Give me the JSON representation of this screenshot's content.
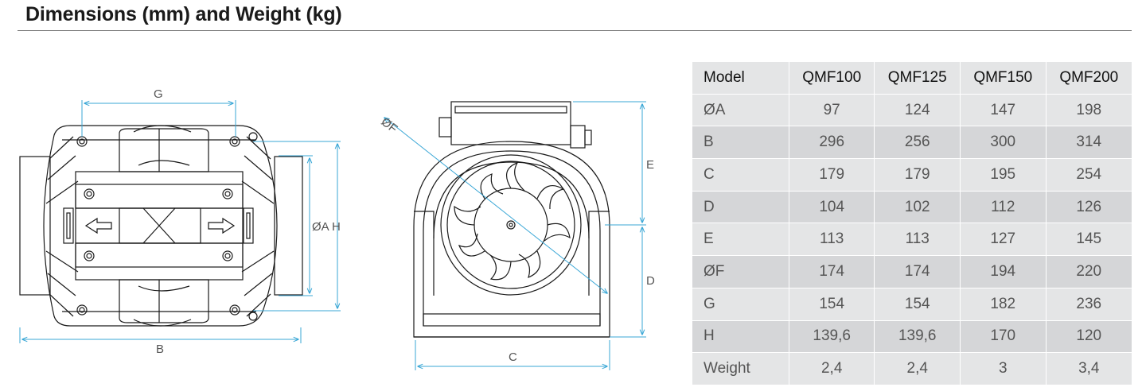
{
  "heading": "Dimensions (mm) and Weight (kg)",
  "drawing_labels": {
    "g": "G",
    "b": "B",
    "a_h": "ØA H",
    "f": "ØF",
    "e": "E",
    "d": "D",
    "c": "C"
  },
  "table": {
    "header": [
      "Model",
      "QMF100",
      "QMF125",
      "QMF150",
      "QMF200"
    ],
    "rows": [
      {
        "label": "ØA",
        "values": [
          "97",
          "124",
          "147",
          "198"
        ]
      },
      {
        "label": "B",
        "values": [
          "296",
          "256",
          "300",
          "314"
        ]
      },
      {
        "label": "C",
        "values": [
          "179",
          "179",
          "195",
          "254"
        ]
      },
      {
        "label": "D",
        "values": [
          "104",
          "102",
          "112",
          "126"
        ]
      },
      {
        "label": "E",
        "values": [
          "113",
          "113",
          "127",
          "145"
        ]
      },
      {
        "label": "ØF",
        "values": [
          "174",
          "174",
          "194",
          "220"
        ]
      },
      {
        "label": "G",
        "values": [
          "154",
          "154",
          "182",
          "236"
        ]
      },
      {
        "label": "H",
        "values": [
          "139,6",
          "139,6",
          "170",
          "120"
        ]
      },
      {
        "label": "Weight",
        "values": [
          "2,4",
          "2,4",
          "3",
          "3,4"
        ]
      }
    ]
  },
  "colors": {
    "dimension_line": "#3aa7d6",
    "drawing_line": "#1a1a1a",
    "table_dark": "#d5d6d8",
    "table_light": "#e4e5e6"
  }
}
